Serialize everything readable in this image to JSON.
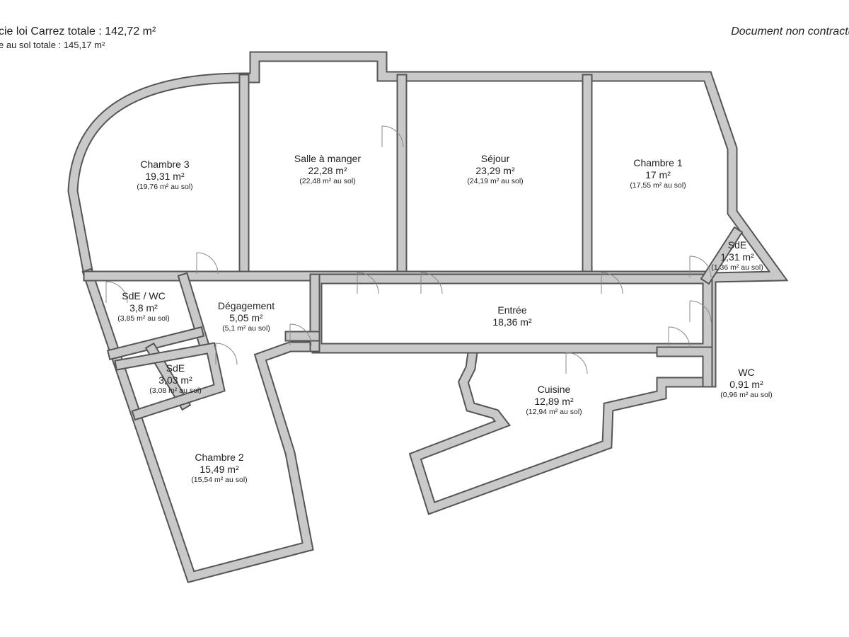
{
  "header": {
    "carrez_total": "cie loi Carrez totale :  142,72 m²",
    "sol_total": "e au sol totale :  145,17 m²",
    "note": "Document non contractuel"
  },
  "colors": {
    "wall_fill": "#c9c9c9",
    "wall_outline": "#555555",
    "door": "#888888"
  },
  "rooms": [
    {
      "name": "Chambre 3",
      "area": "19,31 m²",
      "sol": "(19,76 m² au sol)"
    },
    {
      "name": "Salle à manger",
      "area": "22,28 m²",
      "sol": "(22,48 m² au sol)"
    },
    {
      "name": "Séjour",
      "area": "23,29 m²",
      "sol": "(24,19 m² au sol)"
    },
    {
      "name": "Chambre 1",
      "area": "17 m²",
      "sol": "(17,55 m² au sol)"
    },
    {
      "name": "SdE",
      "area": "1,31 m²",
      "sol": "(1,36 m² au sol)"
    },
    {
      "name": "SdE / WC",
      "area": "3,8 m²",
      "sol": "(3,85 m² au sol)"
    },
    {
      "name": "Dégagement",
      "area": "5,05 m²",
      "sol": "(5,1 m² au sol)"
    },
    {
      "name": "Entrée",
      "area": "18,36 m²",
      "sol": ""
    },
    {
      "name": "SdE",
      "area": "3,03 m²",
      "sol": "(3,08 m² au sol)"
    },
    {
      "name": "Cuisine",
      "area": "12,89 m²",
      "sol": "(12,94 m² au sol)"
    },
    {
      "name": "WC",
      "area": "0,91 m²",
      "sol": "(0,96 m² au sol)"
    },
    {
      "name": "Chambre 2",
      "area": "15,49 m²",
      "sol": "(15,54 m² au sol)"
    }
  ]
}
